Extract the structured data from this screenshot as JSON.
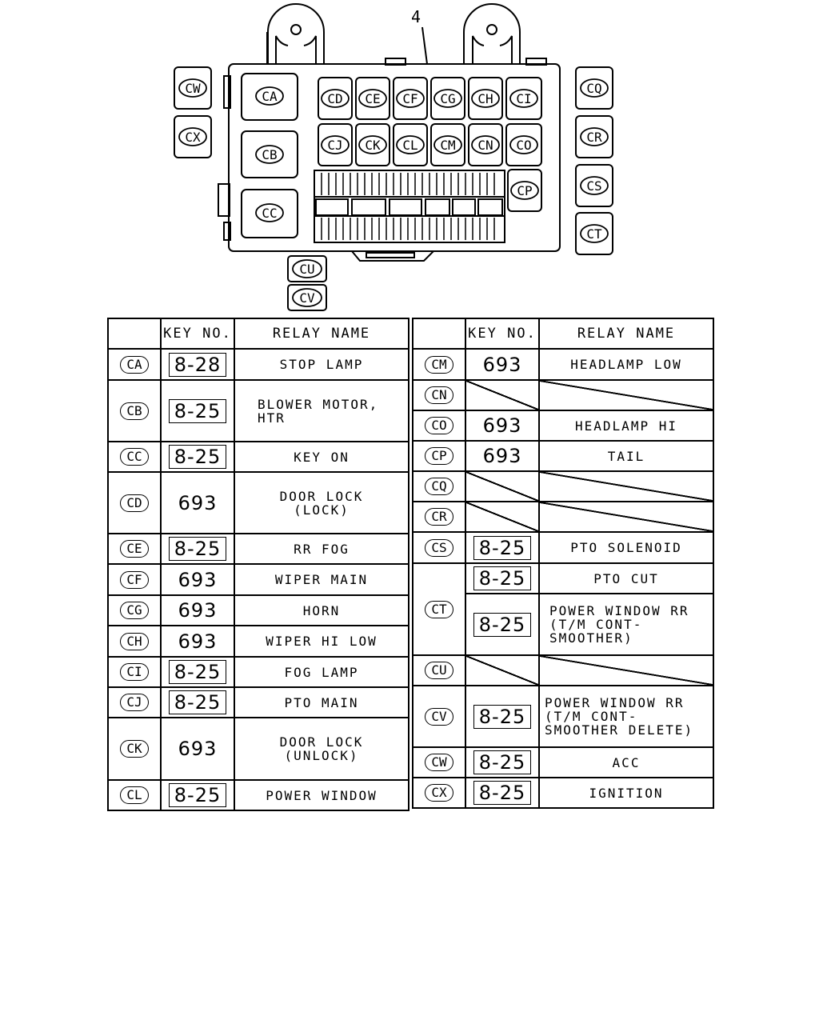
{
  "diagram": {
    "callout": "4",
    "fusebox_relays": [
      "CA",
      "CB",
      "CC",
      "CD",
      "CE",
      "CF",
      "CG",
      "CH",
      "CI",
      "CJ",
      "CK",
      "CL",
      "CM",
      "CN",
      "CO",
      "CP"
    ],
    "outer_left": [
      "CW",
      "CX"
    ],
    "outer_right": [
      "CQ",
      "CR",
      "CS",
      "CT"
    ],
    "outer_bottom": [
      "CU",
      "CV"
    ]
  },
  "table_headers": {
    "blank": "",
    "key_no": "KEY NO.",
    "relay_name": "RELAY NAME"
  },
  "left_table": [
    {
      "code": "CA",
      "key": "8-28",
      "boxed": true,
      "name": "STOP LAMP"
    },
    {
      "code": "CB",
      "key": "8-25",
      "boxed": true,
      "name": "BLOWER MOTOR, HTR"
    },
    {
      "code": "CC",
      "key": "8-25",
      "boxed": true,
      "name": "KEY ON"
    },
    {
      "code": "CD",
      "key": "693",
      "boxed": false,
      "name": "DOOR LOCK (LOCK)"
    },
    {
      "code": "CE",
      "key": "8-25",
      "boxed": true,
      "name": "RR FOG"
    },
    {
      "code": "CF",
      "key": "693",
      "boxed": false,
      "name": "WIPER MAIN"
    },
    {
      "code": "CG",
      "key": "693",
      "boxed": false,
      "name": "HORN"
    },
    {
      "code": "CH",
      "key": "693",
      "boxed": false,
      "name": "WIPER HI LOW"
    },
    {
      "code": "CI",
      "key": "8-25",
      "boxed": true,
      "name": "FOG LAMP"
    },
    {
      "code": "CJ",
      "key": "8-25",
      "boxed": true,
      "name": "PTO MAIN"
    },
    {
      "code": "CK",
      "key": "693",
      "boxed": false,
      "name": "DOOR LOCK (UNLOCK)"
    },
    {
      "code": "CL",
      "key": "8-25",
      "boxed": true,
      "name": "POWER WINDOW"
    }
  ],
  "right_table": [
    {
      "code": "CM",
      "key": "693",
      "boxed": false,
      "name": "HEADLAMP LOW"
    },
    {
      "code": "CN",
      "key": "",
      "boxed": false,
      "name": ""
    },
    {
      "code": "CO",
      "key": "693",
      "boxed": false,
      "name": "HEADLAMP HI"
    },
    {
      "code": "CP",
      "key": "693",
      "boxed": false,
      "name": "TAIL"
    },
    {
      "code": "CQ",
      "key": "",
      "boxed": false,
      "name": ""
    },
    {
      "code": "CR",
      "key": "",
      "boxed": false,
      "name": ""
    },
    {
      "code": "CS",
      "key": "8-25",
      "boxed": true,
      "name": "PTO SOLENOID"
    },
    {
      "code": "CT",
      "key": "8-25",
      "boxed": true,
      "name": "PTO CUT"
    },
    {
      "code": "CT",
      "key": "8-25",
      "boxed": true,
      "name": "POWER WINDOW RR (T/M CONT- SMOOTHER)"
    },
    {
      "code": "CU",
      "key": "",
      "boxed": false,
      "name": ""
    },
    {
      "code": "CV",
      "key": "8-25",
      "boxed": true,
      "name": "POWER WINDOW RR (T/M CONT- SMOOTHER DELETE)"
    },
    {
      "code": "CW",
      "key": "8-25",
      "boxed": true,
      "name": "ACC"
    },
    {
      "code": "CX",
      "key": "8-25",
      "boxed": true,
      "name": "IGNITION"
    }
  ]
}
